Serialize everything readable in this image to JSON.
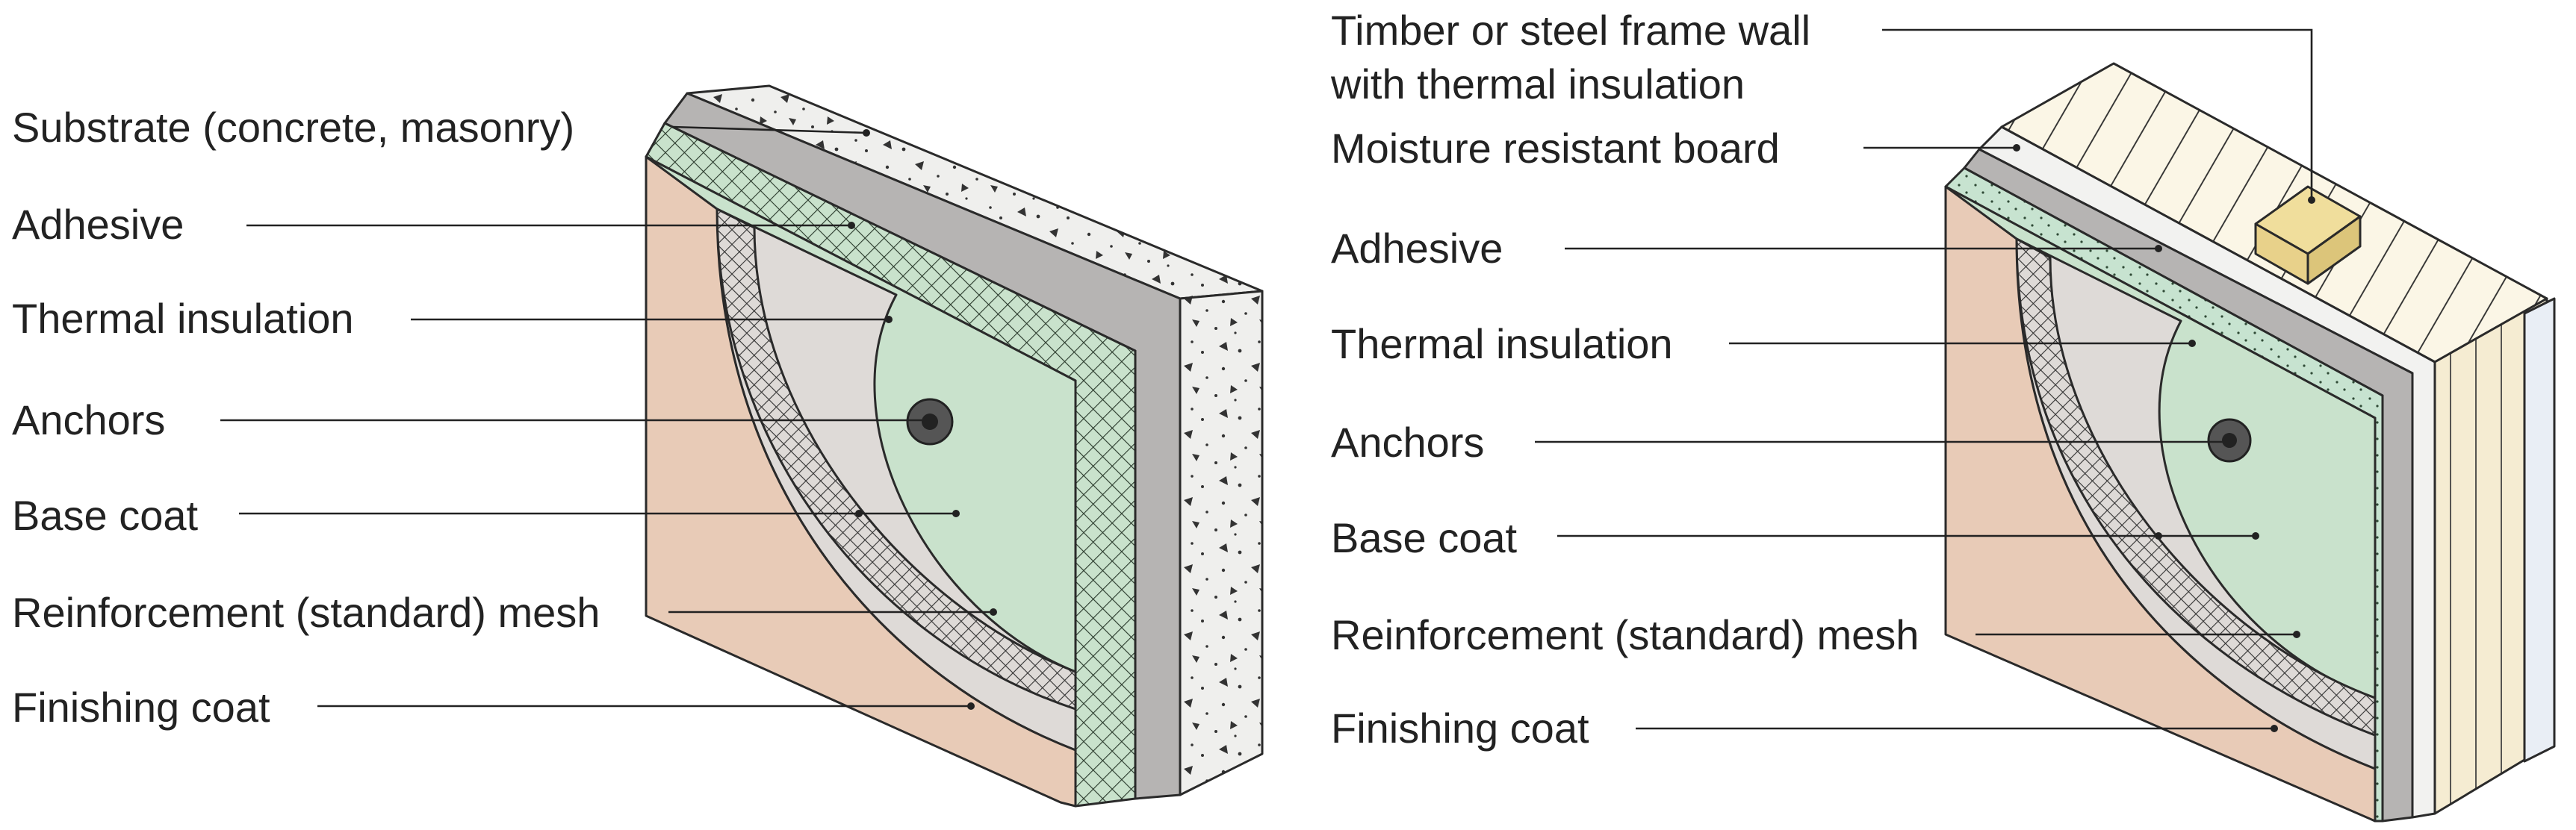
{
  "colors": {
    "finish": "#e8cbb7",
    "basecoat": "#dedad7",
    "insulation": "#c9e2cc",
    "adhesive": "#b6b4b3",
    "concrete": "#efefed",
    "board": "#c7e3d0",
    "timber": "#f0de9c",
    "frame_insulation": "#fbf6e6",
    "stroke": "#2a2a2a"
  },
  "left": {
    "labels": {
      "substrate": "Substrate (concrete, masonry)",
      "adhesive": "Adhesive",
      "insulation": "Thermal insulation",
      "anchors": "Anchors",
      "basecoat": "Base coat",
      "mesh": "Reinforcement (standard) mesh",
      "finish": "Finishing coat"
    }
  },
  "right": {
    "labels": {
      "frame_line1": "Timber or steel frame wall",
      "frame_line2": "with thermal insulation",
      "board": "Moisture resistant board",
      "adhesive": "Adhesive",
      "insulation": "Thermal insulation",
      "anchors": "Anchors",
      "basecoat": "Base coat",
      "mesh": "Reinforcement (standard) mesh",
      "finish": "Finishing coat"
    }
  }
}
